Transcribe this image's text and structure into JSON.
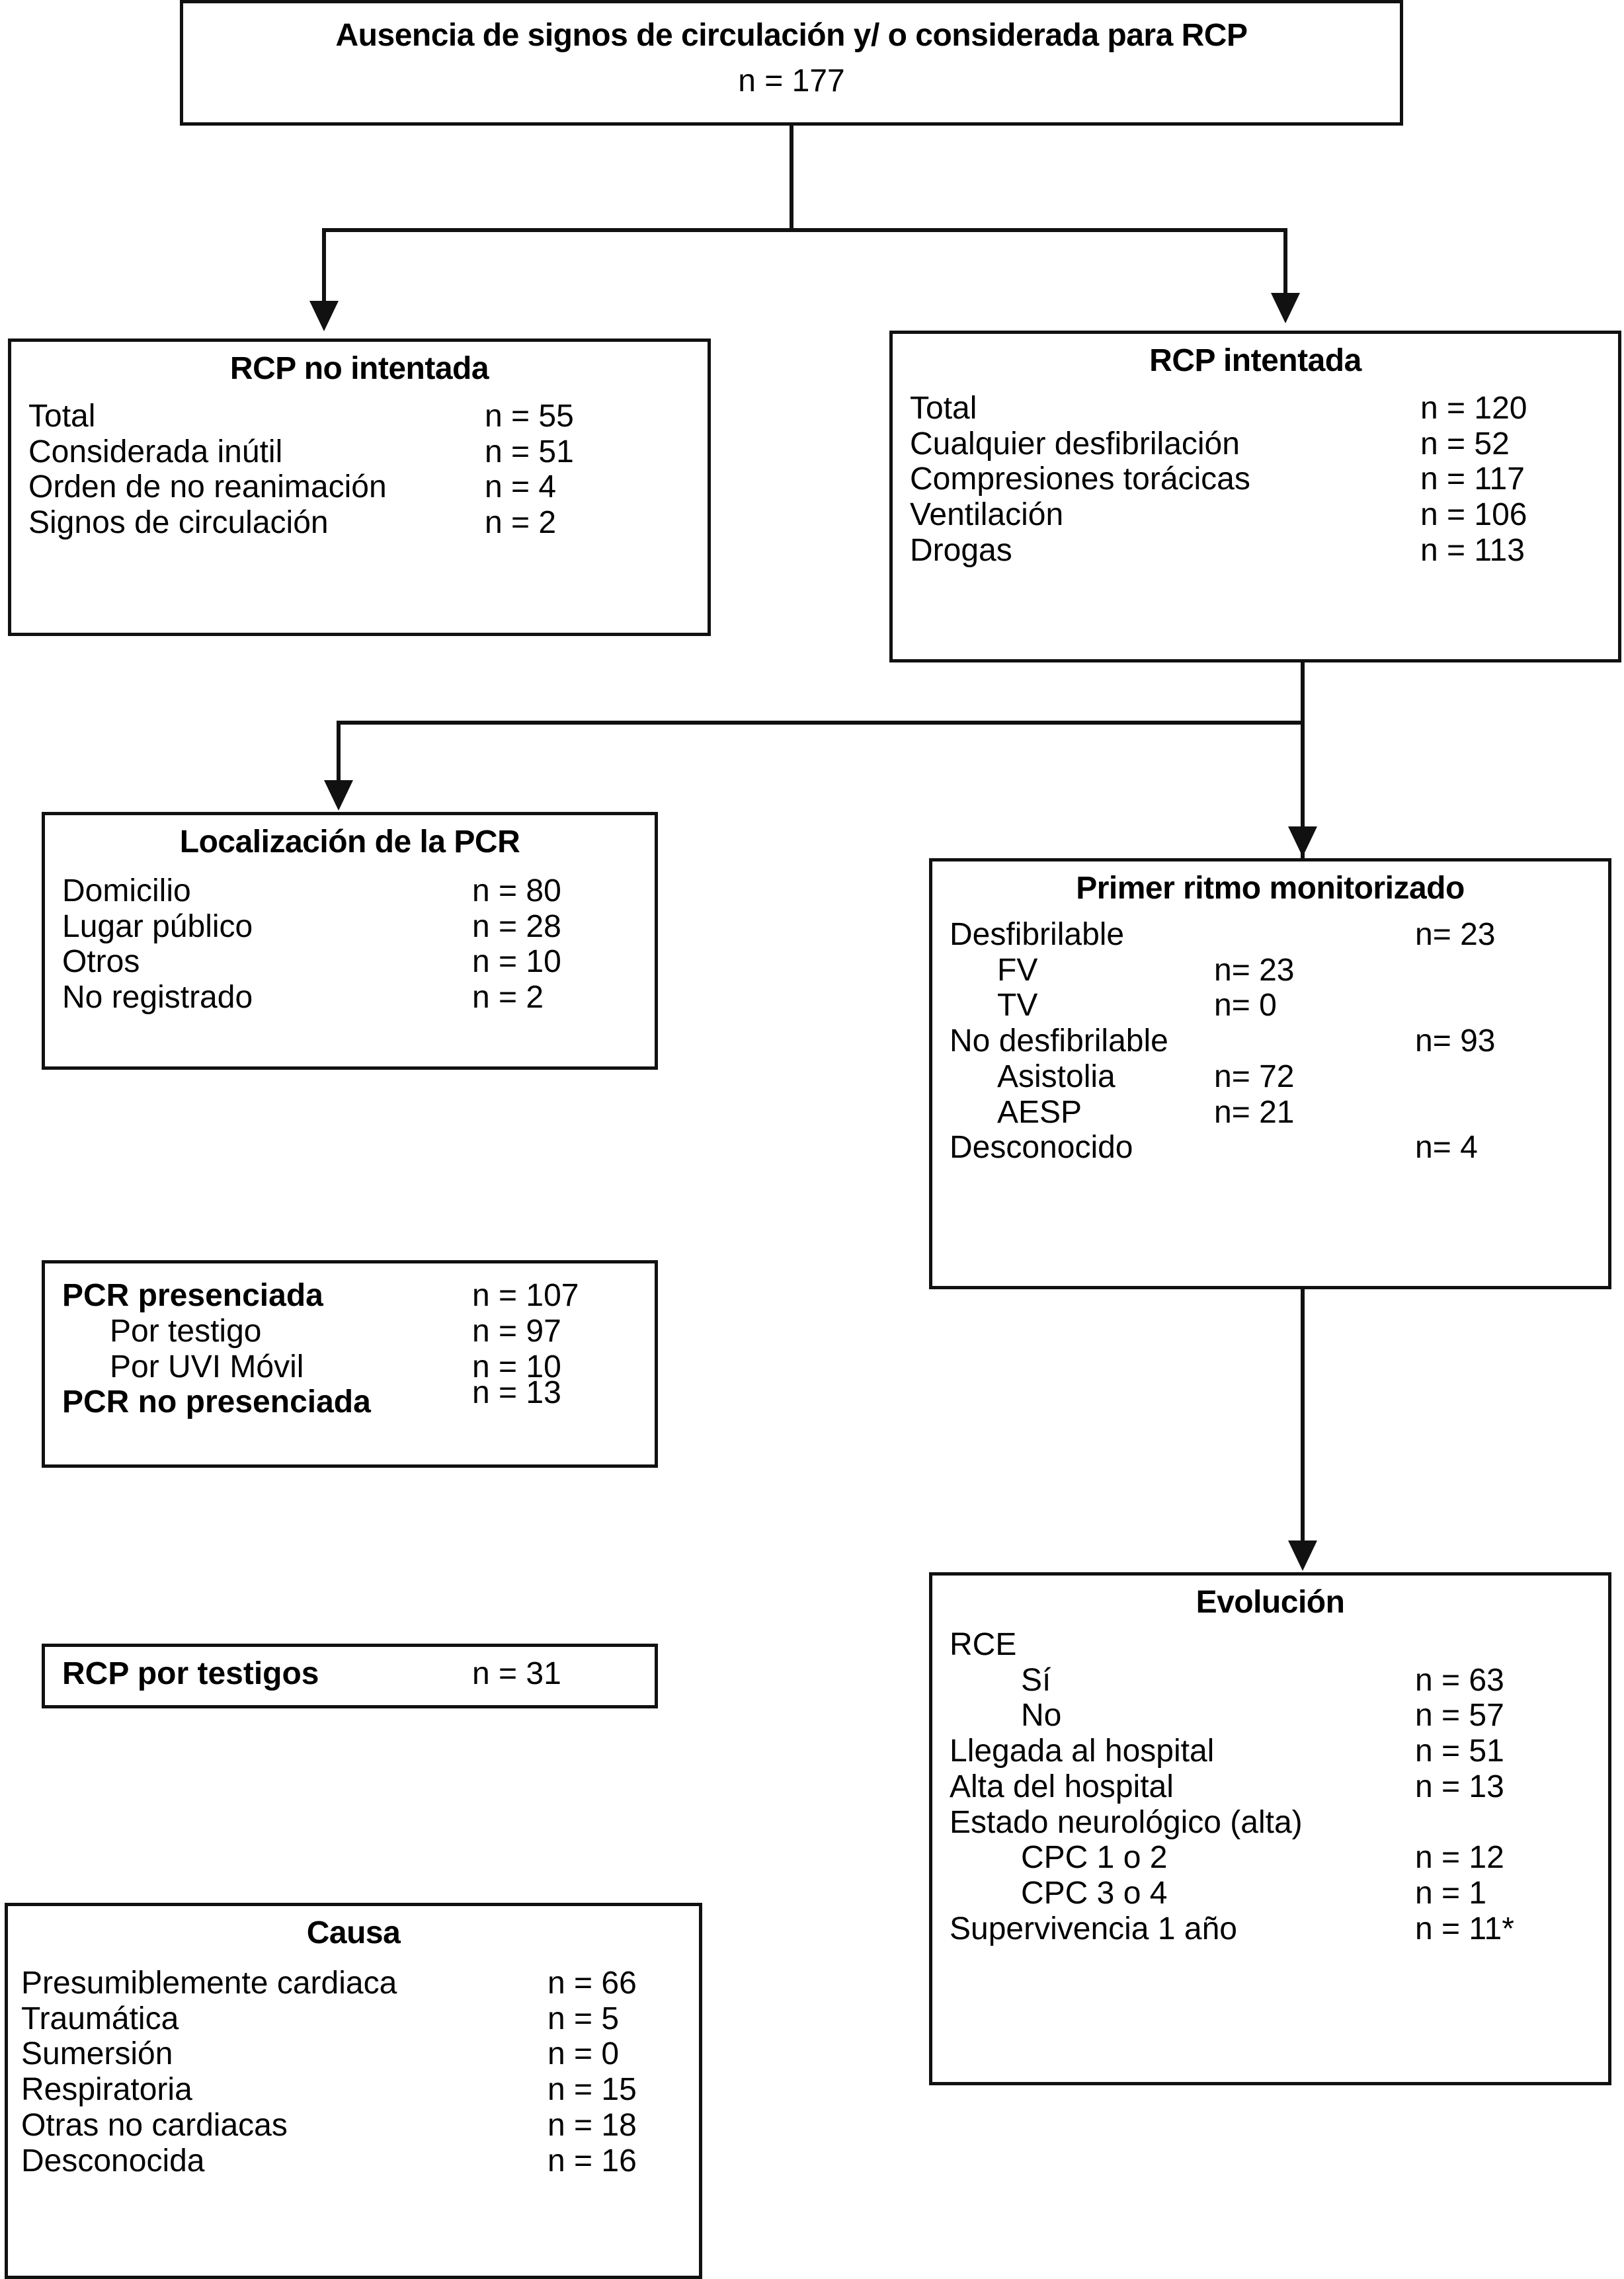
{
  "diagram": {
    "title": "Utstein-style flowchart of out-of-hospital cardiac arrest outcomes",
    "footnote_marker": "*"
  },
  "top_box": {
    "title": "Ausencia de signos de circulación y/ o considerada para RCP",
    "count": "n = 177"
  },
  "no_rcp_box": {
    "title": "RCP no intentada",
    "rows": [
      {
        "label": "Total",
        "value": "n = 55"
      },
      {
        "label": "Considerada inútil",
        "value": "n = 51"
      },
      {
        "label": "Orden de no reanimación",
        "value": "n = 4"
      },
      {
        "label": "Signos de circulación",
        "value": "n = 2"
      }
    ]
  },
  "rcp_box": {
    "title": "RCP intentada",
    "rows": [
      {
        "label": "Total",
        "value": "n = 120"
      },
      {
        "label": "Cualquier desfibrilación",
        "value": "n = 52"
      },
      {
        "label": "Compresiones torácicas",
        "value": "n = 117"
      },
      {
        "label": "Ventilación",
        "value": "n = 106"
      },
      {
        "label": "Drogas",
        "value": "n = 113"
      }
    ]
  },
  "location_box": {
    "title": "Localización de la PCR",
    "rows": [
      {
        "label": "Domicilio",
        "value": "n = 80"
      },
      {
        "label": "Lugar público",
        "value": "n = 28"
      },
      {
        "label": "Otros",
        "value": "n = 10"
      },
      {
        "label": "No registrado",
        "value": "n = 2"
      }
    ]
  },
  "rhythm_box": {
    "title": "Primer ritmo monitorizado",
    "rows": [
      {
        "label": "Desfibrilable",
        "value": "n= 23",
        "indent": 0,
        "col": "far"
      },
      {
        "label": "FV",
        "value": "n= 23",
        "indent": 1,
        "col": "near"
      },
      {
        "label": "TV",
        "value": "n= 0",
        "indent": 1,
        "col": "near"
      },
      {
        "label": "No desfibrilable",
        "value": "n= 93",
        "indent": 0,
        "col": "far"
      },
      {
        "label": "Asistolia",
        "value": "n= 72",
        "indent": 1,
        "col": "near"
      },
      {
        "label": "AESP",
        "value": "n= 21",
        "indent": 1,
        "col": "near"
      },
      {
        "label": "Desconocido",
        "value": "n= 4",
        "indent": 0,
        "col": "far"
      }
    ]
  },
  "witnessed_box": {
    "rows": [
      {
        "label": "PCR presenciada",
        "value": "n = 107",
        "bold": true,
        "indent": 0
      },
      {
        "label": "Por testigo",
        "value": "n = 97",
        "bold": false,
        "indent": 1
      },
      {
        "label": "Por UVI Móvil",
        "value": "n = 10",
        "bold": false,
        "indent": 1
      },
      {
        "label": "PCR no presenciada",
        "value": "n = 13",
        "bold": true,
        "indent": 0
      }
    ]
  },
  "bystander_box": {
    "label": "RCP por testigos",
    "value": "n = 31"
  },
  "cause_box": {
    "title": "Causa",
    "rows": [
      {
        "label": "Presumiblemente cardiaca",
        "value": "n = 66"
      },
      {
        "label": "Traumática",
        "value": "n = 5"
      },
      {
        "label": "Sumersión",
        "value": "n = 0"
      },
      {
        "label": "Respiratoria",
        "value": "n = 15"
      },
      {
        "label": "Otras no cardiacas",
        "value": "n = 18"
      },
      {
        "label": "Desconocida",
        "value": "n = 16"
      }
    ]
  },
  "outcome_box": {
    "title": "Evolución",
    "rows": [
      {
        "label": "RCE",
        "value": "",
        "indent": 0
      },
      {
        "label": "Sí",
        "value": "n = 63",
        "indent": 2
      },
      {
        "label": "No",
        "value": "n = 57",
        "indent": 2
      },
      {
        "label": "Llegada al hospital",
        "value": "n = 51",
        "indent": 0
      },
      {
        "label": "Alta del hospital",
        "value": "n = 13",
        "indent": 0
      },
      {
        "label": "Estado neurológico (alta)",
        "value": "",
        "indent": 0
      },
      {
        "label": "CPC 1 o 2",
        "value": "n = 12",
        "indent": 2
      },
      {
        "label": "CPC 3 o 4",
        "value": "n = 1",
        "indent": 2
      },
      {
        "label": "Supervivencia 1 año",
        "value": "n = 11*",
        "indent": 0
      }
    ]
  },
  "colors": {
    "line": "#111111",
    "box_fill": "#ffffff",
    "text": "#000000"
  }
}
